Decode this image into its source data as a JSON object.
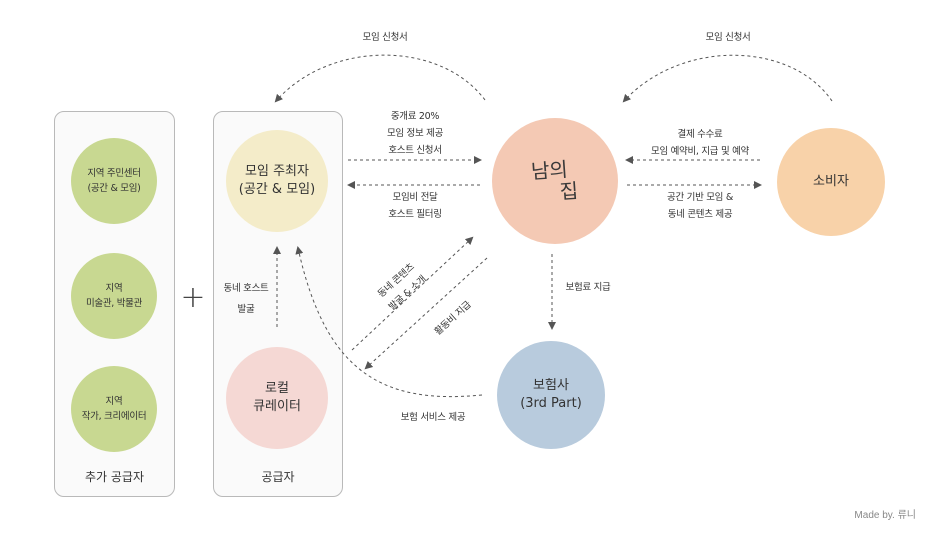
{
  "colors": {
    "green": "#c8d891",
    "cream": "#f4ecc9",
    "pink": "#f5d8d4",
    "salmon": "#f4c9b4",
    "peach": "#f8d2a9",
    "blue": "#b8cbdd",
    "arrow": "#555555",
    "panel_border": "#b9b9b9"
  },
  "panels": {
    "additional_suppliers": {
      "caption": "추가 공급자"
    },
    "suppliers": {
      "caption": "공급자"
    }
  },
  "additional_suppliers": [
    {
      "lines": [
        "지역 주민센터",
        "(공간 & 모임)"
      ]
    },
    {
      "lines": [
        "지역",
        "미술관, 박물관"
      ]
    },
    {
      "lines": [
        "지역",
        "작가, 크리에이터"
      ]
    }
  ],
  "plus_symbol": "+",
  "nodes": {
    "host": {
      "lines": [
        "모임 주최자",
        "(공간 & 모임)"
      ]
    },
    "curator": {
      "lines": [
        "로컬",
        "큐레이터"
      ]
    },
    "platform": {
      "lines": [
        "남의",
        "집"
      ]
    },
    "consumer": {
      "label": "소비자"
    },
    "insurer": {
      "lines": [
        "보험사",
        "(3rd Part)"
      ]
    }
  },
  "edge_labels": {
    "top_left_application": "모임 신청서",
    "top_right_application": "모임 신청서",
    "host_to_platform": [
      "중개료 20%",
      "모임 정보 제공",
      "호스트 신청서"
    ],
    "platform_to_host": [
      "모임비 전달",
      "호스트 필터링"
    ],
    "consumer_to_platform": [
      "결제 수수료",
      "모임 예약비, 지급 및 예약"
    ],
    "platform_to_consumer": [
      "공간 기반 모임 &",
      "동네 콘텐츠 제공"
    ],
    "curator_to_host": [
      "동네 호스트",
      "발굴"
    ],
    "curator_to_platform": [
      "동네 콘텐츠",
      "발굴 & 소개"
    ],
    "platform_to_curator": "활동비 지급",
    "platform_to_insurer": "보험료 지급",
    "insurer_to_host": "보험 서비스 제공"
  },
  "credit": "Made by. 류니"
}
